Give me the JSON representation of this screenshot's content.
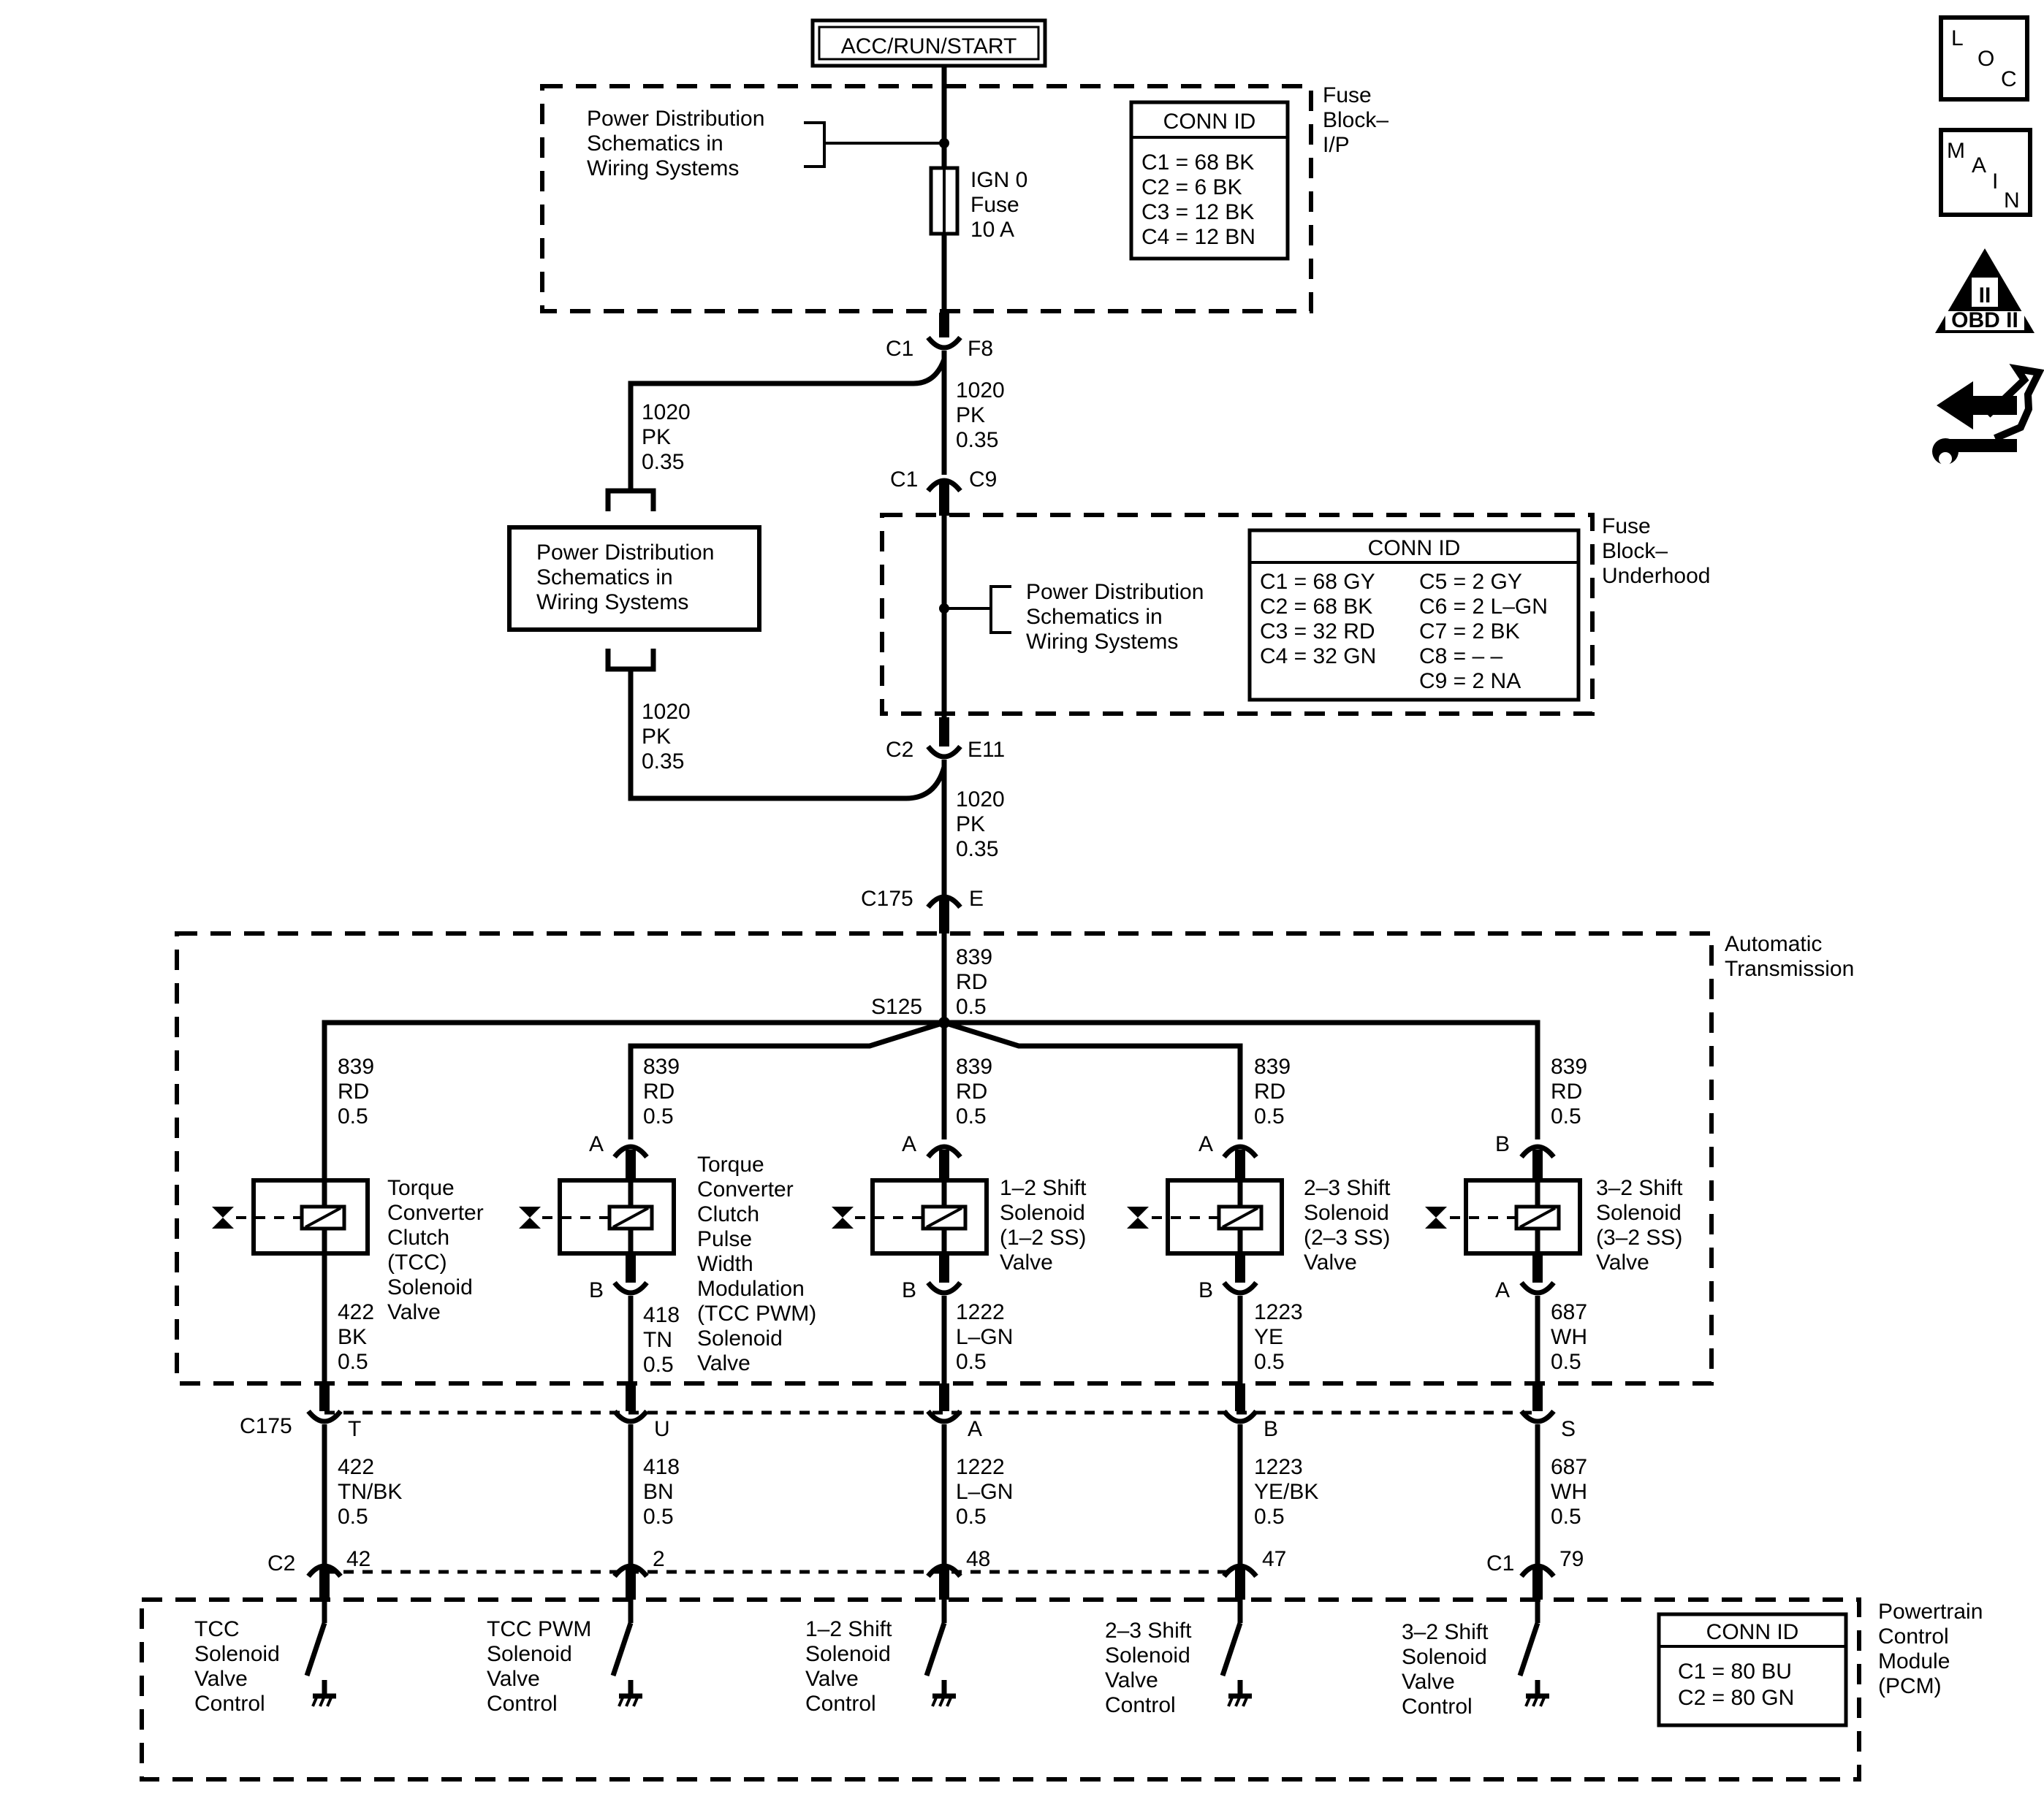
{
  "power_source": "ACC/RUN/START",
  "fuse_block_ip": {
    "label": [
      "Fuse",
      "Block–",
      "I/P"
    ],
    "schematic_ref": [
      "Power Distribution",
      "Schematics in",
      "Wiring Systems"
    ],
    "fuse": [
      "IGN 0",
      "Fuse",
      "10 A"
    ],
    "conn_id": {
      "title": "CONN ID",
      "rows": [
        "C1 = 68 BK",
        "C2 = 6 BK",
        "C3 = 12 BK",
        "C4 = 12 BN"
      ]
    }
  },
  "connectors": {
    "c1_f8": {
      "left": "C1",
      "right": "F8"
    },
    "c1_c9": {
      "left": "C1",
      "right": "C9"
    },
    "c2_e11": {
      "left": "C2",
      "right": "E11"
    },
    "c175_e": {
      "left": "C175",
      "right": "E"
    },
    "c175_pins": {
      "label": "C175",
      "pins": [
        "T",
        "U",
        "A",
        "B",
        "S"
      ]
    },
    "pcm_pins": {
      "c2": "C2",
      "c1": "C1",
      "pins": [
        "42",
        "2",
        "48",
        "47",
        "79"
      ]
    }
  },
  "wires": {
    "w1020_main_a": [
      "1020",
      "PK",
      "0.35"
    ],
    "w1020_left_a": [
      "1020",
      "PK",
      "0.35"
    ],
    "w1020_left_b": [
      "1020",
      "PK",
      "0.35"
    ],
    "w1020_main_b": [
      "1020",
      "PK",
      "0.35"
    ],
    "w839_main": [
      "839",
      "RD",
      "0.5"
    ],
    "splice": "S125",
    "branches": [
      [
        "839",
        "RD",
        "0.5"
      ],
      [
        "839",
        "RD",
        "0.5"
      ],
      [
        "839",
        "RD",
        "0.5"
      ],
      [
        "839",
        "RD",
        "0.5"
      ],
      [
        "839",
        "RD",
        "0.5"
      ]
    ],
    "solenoid_out": [
      [
        "422",
        "BK",
        "0.5"
      ],
      [
        "418",
        "TN",
        "0.5"
      ],
      [
        "1222",
        "L–GN",
        "0.5"
      ],
      [
        "1223",
        "YE",
        "0.5"
      ],
      [
        "687",
        "WH",
        "0.5"
      ]
    ],
    "pcm_in": [
      [
        "422",
        "TN/BK",
        "0.5"
      ],
      [
        "418",
        "BN",
        "0.5"
      ],
      [
        "1222",
        "L–GN",
        "0.5"
      ],
      [
        "1223",
        "YE/BK",
        "0.5"
      ],
      [
        "687",
        "WH",
        "0.5"
      ]
    ]
  },
  "mid_schematic_box": [
    "Power Distribution",
    "Schematics in",
    "Wiring Systems"
  ],
  "fuse_block_underhood": {
    "label": [
      "Fuse",
      "Block–",
      "Underhood"
    ],
    "schematic_ref": [
      "Power Distribution",
      "Schematics in",
      "Wiring Systems"
    ],
    "conn_id": {
      "title": "CONN ID",
      "left": [
        "C1 = 68 GY",
        "C2 = 68 BK",
        "C3 = 32 RD",
        "C4 = 32 GN"
      ],
      "right": [
        "C5 = 2 GY",
        "C6 = 2 L–GN",
        "C7 = 2 BK",
        "C8 = – –",
        "C9 = 2 NA"
      ]
    }
  },
  "automatic_transmission": {
    "label": [
      "Automatic",
      "Transmission"
    ],
    "solenoids": [
      {
        "name": [
          "Torque",
          "Converter",
          "Clutch",
          "(TCC)",
          "Solenoid",
          "Valve"
        ],
        "pin_top": "",
        "pin_bottom": ""
      },
      {
        "name": [
          "Torque",
          "Converter",
          "Clutch",
          "Pulse",
          "Width",
          "Modulation",
          "(TCC PWM)",
          "Solenoid",
          "Valve"
        ],
        "pin_top": "A",
        "pin_bottom": "B"
      },
      {
        "name": [
          "1–2 Shift",
          "Solenoid",
          "(1–2 SS)",
          "Valve"
        ],
        "pin_top": "A",
        "pin_bottom": "B"
      },
      {
        "name": [
          "2–3 Shift",
          "Solenoid",
          "(2–3 SS)",
          "Valve"
        ],
        "pin_top": "A",
        "pin_bottom": "B"
      },
      {
        "name": [
          "3–2 Shift",
          "Solenoid",
          "(3–2 SS)",
          "Valve"
        ],
        "pin_top": "B",
        "pin_bottom": "A"
      }
    ]
  },
  "pcm": {
    "label": [
      "Powertrain",
      "Control",
      "Module",
      "(PCM)"
    ],
    "controls": [
      [
        "TCC",
        "Solenoid",
        "Valve",
        "Control"
      ],
      [
        "TCC PWM",
        "Solenoid",
        "Valve",
        "Control"
      ],
      [
        "1–2 Shift",
        "Solenoid",
        "Valve",
        "Control"
      ],
      [
        "2–3 Shift",
        "Solenoid",
        "Valve",
        "Control"
      ],
      [
        "3–2 Shift",
        "Solenoid",
        "Valve",
        "Control"
      ]
    ],
    "conn_id": {
      "title": "CONN ID",
      "rows": [
        "C1 = 80 BU",
        "C2 = 80 GN"
      ]
    }
  },
  "nav": {
    "loc": [
      "L",
      "O",
      "C"
    ],
    "main": [
      "M",
      "A",
      "I",
      "N"
    ],
    "obd": {
      "numeral": "II",
      "text": "OBD II"
    }
  }
}
